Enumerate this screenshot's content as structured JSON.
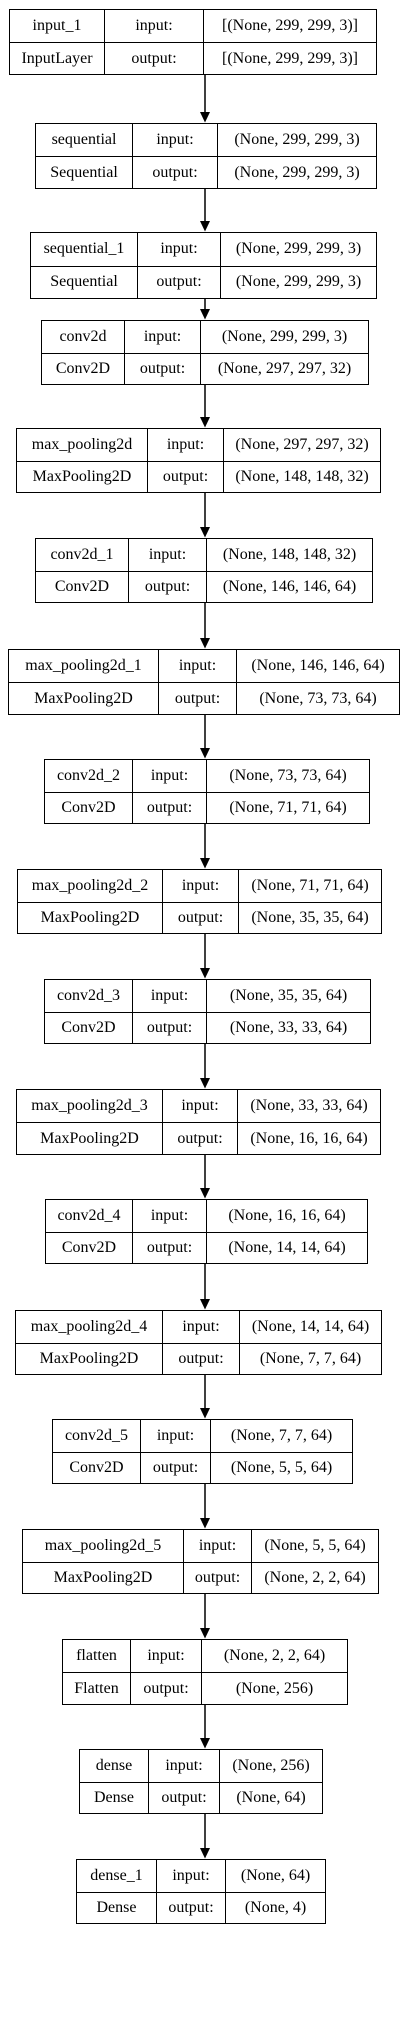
{
  "diagram": {
    "colors": {
      "stroke": "#000000",
      "fill": "#ffffff"
    },
    "nodes": [
      {
        "name": "input_1",
        "type": "InputLayer",
        "input_label": "input:",
        "output_label": "output:",
        "input_shape": "[(None, 299, 299, 3)]",
        "output_shape": "[(None, 299, 299, 3)]"
      },
      {
        "name": "sequential",
        "type": "Sequential",
        "input_label": "input:",
        "output_label": "output:",
        "input_shape": "(None, 299, 299, 3)",
        "output_shape": "(None, 299, 299, 3)"
      },
      {
        "name": "sequential_1",
        "type": "Sequential",
        "input_label": "input:",
        "output_label": "output:",
        "input_shape": "(None, 299, 299, 3)",
        "output_shape": "(None, 299, 299, 3)"
      },
      {
        "name": "conv2d",
        "type": "Conv2D",
        "input_label": "input:",
        "output_label": "output:",
        "input_shape": "(None, 299, 299, 3)",
        "output_shape": "(None, 297, 297, 32)"
      },
      {
        "name": "max_pooling2d",
        "type": "MaxPooling2D",
        "input_label": "input:",
        "output_label": "output:",
        "input_shape": "(None, 297, 297, 32)",
        "output_shape": "(None, 148, 148, 32)"
      },
      {
        "name": "conv2d_1",
        "type": "Conv2D",
        "input_label": "input:",
        "output_label": "output:",
        "input_shape": "(None, 148, 148, 32)",
        "output_shape": "(None, 146, 146, 64)"
      },
      {
        "name": "max_pooling2d_1",
        "type": "MaxPooling2D",
        "input_label": "input:",
        "output_label": "output:",
        "input_shape": "(None, 146, 146, 64)",
        "output_shape": "(None, 73, 73, 64)"
      },
      {
        "name": "conv2d_2",
        "type": "Conv2D",
        "input_label": "input:",
        "output_label": "output:",
        "input_shape": "(None, 73, 73, 64)",
        "output_shape": "(None, 71, 71, 64)"
      },
      {
        "name": "max_pooling2d_2",
        "type": "MaxPooling2D",
        "input_label": "input:",
        "output_label": "output:",
        "input_shape": "(None, 71, 71, 64)",
        "output_shape": "(None, 35, 35, 64)"
      },
      {
        "name": "conv2d_3",
        "type": "Conv2D",
        "input_label": "input:",
        "output_label": "output:",
        "input_shape": "(None, 35, 35, 64)",
        "output_shape": "(None, 33, 33, 64)"
      },
      {
        "name": "max_pooling2d_3",
        "type": "MaxPooling2D",
        "input_label": "input:",
        "output_label": "output:",
        "input_shape": "(None, 33, 33, 64)",
        "output_shape": "(None, 16, 16, 64)"
      },
      {
        "name": "conv2d_4",
        "type": "Conv2D",
        "input_label": "input:",
        "output_label": "output:",
        "input_shape": "(None, 16, 16, 64)",
        "output_shape": "(None, 14, 14, 64)"
      },
      {
        "name": "max_pooling2d_4",
        "type": "MaxPooling2D",
        "input_label": "input:",
        "output_label": "output:",
        "input_shape": "(None, 14, 14, 64)",
        "output_shape": "(None, 7, 7, 64)"
      },
      {
        "name": "conv2d_5",
        "type": "Conv2D",
        "input_label": "input:",
        "output_label": "output:",
        "input_shape": "(None, 7, 7, 64)",
        "output_shape": "(None, 5, 5, 64)"
      },
      {
        "name": "max_pooling2d_5",
        "type": "MaxPooling2D",
        "input_label": "input:",
        "output_label": "output:",
        "input_shape": "(None, 5, 5, 64)",
        "output_shape": "(None, 2, 2, 64)"
      },
      {
        "name": "flatten",
        "type": "Flatten",
        "input_label": "input:",
        "output_label": "output:",
        "input_shape": "(None, 2, 2, 64)",
        "output_shape": "(None, 256)"
      },
      {
        "name": "dense",
        "type": "Dense",
        "input_label": "input:",
        "output_label": "output:",
        "input_shape": "(None, 256)",
        "output_shape": "(None, 64)"
      },
      {
        "name": "dense_1",
        "type": "Dense",
        "input_label": "input:",
        "output_label": "output:",
        "input_shape": "(None, 64)",
        "output_shape": "(None, 4)"
      }
    ]
  }
}
